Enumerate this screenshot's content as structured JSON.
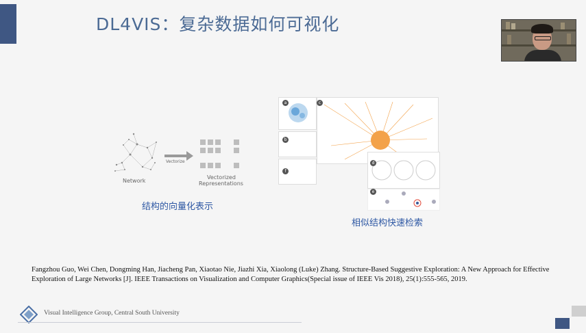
{
  "slide": {
    "title": "DL4VIS：复杂数据如何可视化",
    "figure_left": {
      "network_label": "Network",
      "arrow_label": "Vectorize",
      "vector_label_line1": "Vectorized",
      "vector_label_line2": "Representations",
      "caption": "结构的向量化表示"
    },
    "figure_right": {
      "panel_tags": [
        "a",
        "b",
        "c",
        "d",
        "e",
        "f"
      ],
      "caption": "相似结构快速检索"
    },
    "citation": "Fangzhou Guo, Wei Chen, Dongming Han, Jiacheng Pan, Xiaotao Nie, Jiazhi Xia, Xiaolong (Luke) Zhang. Structure-Based Suggestive Exploration: A New Approach for Effective Exploration of Large Networks [J]. IEEE Transactions on Visualization and Computer Graphics(Special issue of IEEE Vis 2018), 25(1):555-565, 2019.",
    "footer": "Visual Intelligence Group, Central South University"
  },
  "colors": {
    "accent_bar": "#3f5783",
    "title": "#4b6a94",
    "caption": "#2d57a3",
    "highlight_orange": "#f3a24a"
  }
}
